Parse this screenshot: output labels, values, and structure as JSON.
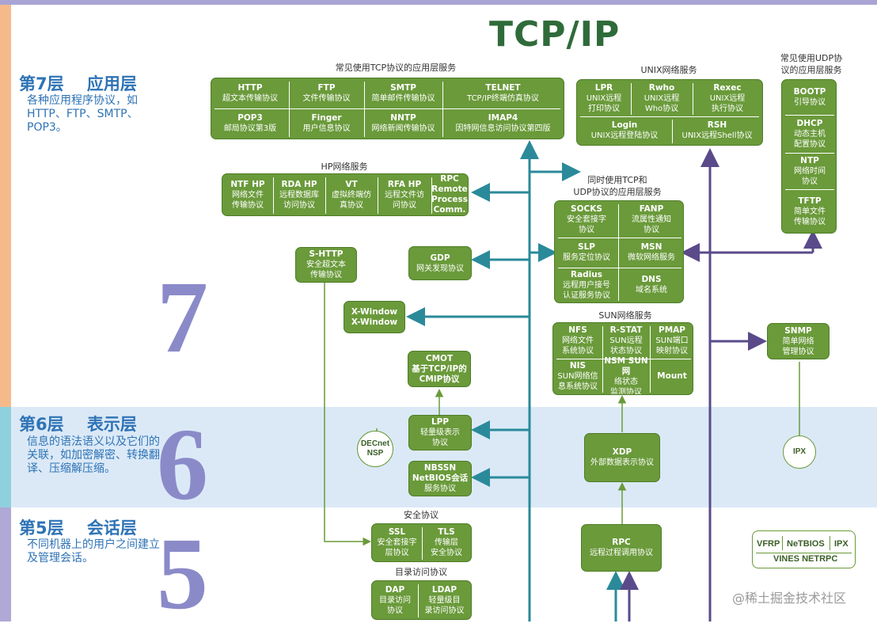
{
  "title": "TCP/IP",
  "layers": [
    {
      "title": "第7层    应用层",
      "desc": "各种应用程序协议，如HTTP、FTP、SMTP、POP3。",
      "num": "7"
    },
    {
      "title": "第6层    表示层",
      "desc": "信息的语法语义以及它们的关联，如加密解密、转换翻译、压缩解压缩。",
      "num": "6"
    },
    {
      "title": "第5层    会话层",
      "desc": "不同机器上的用户之间建立及管理会话。",
      "num": "5"
    }
  ],
  "group_labels": {
    "tcp_apps": "常见使用TCP协议的应用层服务",
    "unix": "UNIX网络服务",
    "udp_apps_1": "常见使用UDP协",
    "udp_apps_2": "议的应用层服务",
    "hp": "HP网络服务",
    "both_1": "同时使用TCP和",
    "both_2": "UDP协议的应用层服务",
    "sun": "SUN网络服务",
    "security": "安全协议",
    "directory": "目录访问协议"
  },
  "tcp_apps": [
    {
      "n": "HTTP",
      "d": "超文本传输协议"
    },
    {
      "n": "FTP",
      "d": "文件传输协议"
    },
    {
      "n": "SMTP",
      "d": "简单邮件传输协议"
    },
    {
      "n": "TELNET",
      "d": "TCP/IP终端仿真协议"
    },
    {
      "n": "POP3",
      "d": "邮局协议第3版"
    },
    {
      "n": "Finger",
      "d": "用户信息协议"
    },
    {
      "n": "NNTP",
      "d": "网络新闻传输协议"
    },
    {
      "n": "IMAP4",
      "d": "因特网信息访问协议第四版"
    }
  ],
  "unix": [
    {
      "n": "LPR",
      "d1": "UNIX远程",
      "d2": "打印协议"
    },
    {
      "n": "Rwho",
      "d1": "UNIX远程",
      "d2": "Who协议"
    },
    {
      "n": "Rexec",
      "d1": "UNIX远程",
      "d2": "执行协议"
    },
    {
      "n": "Login",
      "d1": "UNIX远程登陆协议",
      "d2": ""
    },
    {
      "n": "RSH",
      "d1": "UNIX远程Shell协议",
      "d2": ""
    }
  ],
  "udp_apps": [
    {
      "n": "BOOTP",
      "d1": "引导协议",
      "d2": ""
    },
    {
      "n": "DHCP",
      "d1": "动态主机",
      "d2": "配置协议"
    },
    {
      "n": "NTP",
      "d1": "网络时间",
      "d2": "协议"
    },
    {
      "n": "TFTP",
      "d1": "简单文件",
      "d2": "传输协议"
    }
  ],
  "hp": [
    {
      "n": "NTF HP",
      "d1": "网络文件",
      "d2": "传输协议"
    },
    {
      "n": "RDA HP",
      "d1": "远程数据库",
      "d2": "访问协议"
    },
    {
      "n": "VT",
      "d1": "虚拟终端仿",
      "d2": "真协议"
    },
    {
      "n": "RFA HP",
      "d1": "远程文件访",
      "d2": "问协议"
    },
    {
      "n": "RPC",
      "d1": "Remote",
      "d2": "Process",
      "d3": "Comm."
    }
  ],
  "both": [
    {
      "n": "SOCKS",
      "d1": "安全套接字",
      "d2": "协议"
    },
    {
      "n": "FANP",
      "d1": "流属性通知",
      "d2": "协议"
    },
    {
      "n": "SLP",
      "d1": "服务定位协议",
      "d2": ""
    },
    {
      "n": "MSN",
      "d1": "微软网络服务",
      "d2": ""
    },
    {
      "n": "Radius",
      "d1": "远程用户接号",
      "d2": "认证服务协议"
    },
    {
      "n": "DNS",
      "d1": "域名系统",
      "d2": ""
    }
  ],
  "sun": [
    {
      "n": "NFS",
      "d1": "网络文件",
      "d2": "系统协议"
    },
    {
      "n": "R-STAT",
      "d1": "SUN远程",
      "d2": "状态协议"
    },
    {
      "n": "PMAP",
      "d1": "SUN端口",
      "d2": "映射协议"
    },
    {
      "n": "NIS",
      "d1": "SUN网络信",
      "d2": "息系统协议"
    },
    {
      "n": "NSM SUN网",
      "d1": "络状态",
      "d2": "监测协议"
    },
    {
      "n": "Mount",
      "d1": "",
      "d2": ""
    }
  ],
  "singles": {
    "shttp": {
      "n": "S-HTTP",
      "d1": "安全超文本",
      "d2": "传输协议"
    },
    "gdp": {
      "n": "GDP",
      "d1": "网关发现协议"
    },
    "xwindow": {
      "n": "X-Window",
      "d1": "X-Window"
    },
    "cmot": {
      "n": "CMOT",
      "d1": "基于TCP/IP的",
      "d2": "CMIP协议"
    },
    "lpp": {
      "n": "LPP",
      "d1": "轻量级表示",
      "d2": "协议"
    },
    "nbssn": {
      "n": "NBSSN",
      "d1": "NetBIOS会话",
      "d2": "服务协议"
    },
    "xdp": {
      "n": "XDP",
      "d1": "外部数据表示协议"
    },
    "rpc": {
      "n": "RPC",
      "d1": "远程过程调用协议"
    },
    "snmp": {
      "n": "SNMP",
      "d1": "简单网络",
      "d2": "管理协议"
    }
  },
  "security": [
    {
      "n": "SSL",
      "d1": "安全套接字",
      "d2": "层协议"
    },
    {
      "n": "TLS",
      "d1": "传输层",
      "d2": "安全协议"
    }
  ],
  "directory": [
    {
      "n": "DAP",
      "d1": "目录访问",
      "d2": "协议"
    },
    {
      "n": "LDAP",
      "d1": "轻量级目",
      "d2": "录访问协议"
    }
  ],
  "circles": {
    "decnet_1": "DECnet",
    "decnet_2": "NSP",
    "ipx": "IPX"
  },
  "vines": {
    "a": "VFRP",
    "b": "NeTBIOS",
    "c": "IPX",
    "bottom": "VINES NETRPC"
  },
  "watermark": "@稀土掘金技术社区",
  "colors": {
    "box": "#6a9a3a",
    "teal_arrow": "#2a8a9a",
    "purple_arrow": "#5a4a8a",
    "layer_text": "#2e73b5",
    "big_num": "#8b8ac9"
  }
}
